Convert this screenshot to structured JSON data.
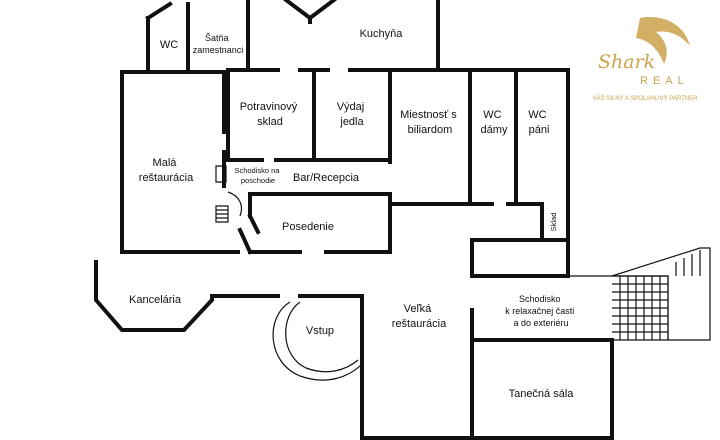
{
  "rooms": {
    "wc_staff": "WC",
    "staff_cloakroom": [
      "Šatňa",
      "zamestnanci"
    ],
    "kitchen": "Kuchyňa",
    "food_storage": [
      "Potravinový",
      "sklad"
    ],
    "food_dispense": [
      "Výdaj",
      "jedla"
    ],
    "billiard_room": [
      "Miestnosť s",
      "biliardom"
    ],
    "wc_women": [
      "WC",
      "dámy"
    ],
    "wc_men": [
      "WC",
      "páni"
    ],
    "small_restaurant": [
      "Malá",
      "reštaurácia"
    ],
    "staircase_upper": [
      "Schodisko na",
      "poschodie"
    ],
    "bar_reception": "Bar/Recepcia",
    "seating": "Posedenie",
    "storage": "Sklad",
    "office": "Kancelária",
    "entrance": "Vstup",
    "large_restaurant": [
      "Veľká",
      "reštaurácia"
    ],
    "staircase_relax": [
      "Schodisko",
      "k relaxačnej časti",
      "a do exteriéru"
    ],
    "dance_hall": "Tanečná sála"
  },
  "brand": {
    "name_top": "Shark",
    "name_bottom": "REAL",
    "tagline": "VÁŠ SILNÝ A SPOĽAHLIVÝ PARTNER",
    "color": "#c9a24a",
    "icon": "shark-fin-logo"
  }
}
